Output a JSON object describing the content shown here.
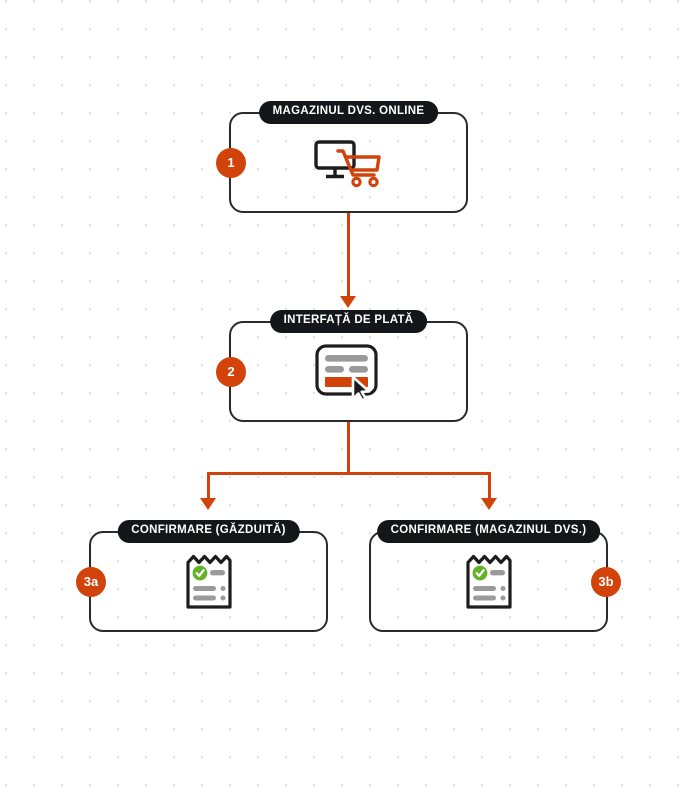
{
  "diagram": {
    "title": "Payment flow diagram",
    "colors": {
      "accent": "#d1430a",
      "pill_background": "#15161a",
      "pill_text": "#ffffff",
      "node_border": "#2b2b2b",
      "icon_dark": "#1d1d1d",
      "icon_gray": "#9a9a9a",
      "icon_green": "#63b22c",
      "background": "#ffffff",
      "dot_grid": "#e0e0e0"
    },
    "nodes": [
      {
        "id": "store",
        "title": "MAGAZINUL DVS. ONLINE",
        "badge": "1",
        "badge_side": "left",
        "icon": "monitor-cart-icon"
      },
      {
        "id": "gateway",
        "title": "INTERFAȚĂ DE PLATĂ",
        "badge": "2",
        "badge_side": "left",
        "icon": "payment-card-cursor-icon"
      },
      {
        "id": "confirmation-hosted",
        "title": "CONFIRMARE (GĂZDUITĂ)",
        "badge": "3a",
        "badge_side": "left",
        "icon": "receipt-check-icon"
      },
      {
        "id": "confirmation-store",
        "title": "CONFIRMARE (MAGAZINUL DVS.)",
        "badge": "3b",
        "badge_side": "right",
        "icon": "receipt-check-icon"
      }
    ],
    "connectors": [
      {
        "id": "store-to-gateway",
        "from": "store",
        "to": "gateway",
        "style": "straight-arrow"
      },
      {
        "id": "gateway-to-confirmation-hosted",
        "from": "gateway",
        "to": "confirmation-hosted",
        "style": "split-arrow"
      },
      {
        "id": "gateway-to-confirmation-store",
        "from": "gateway",
        "to": "confirmation-store",
        "style": "split-arrow"
      }
    ]
  }
}
